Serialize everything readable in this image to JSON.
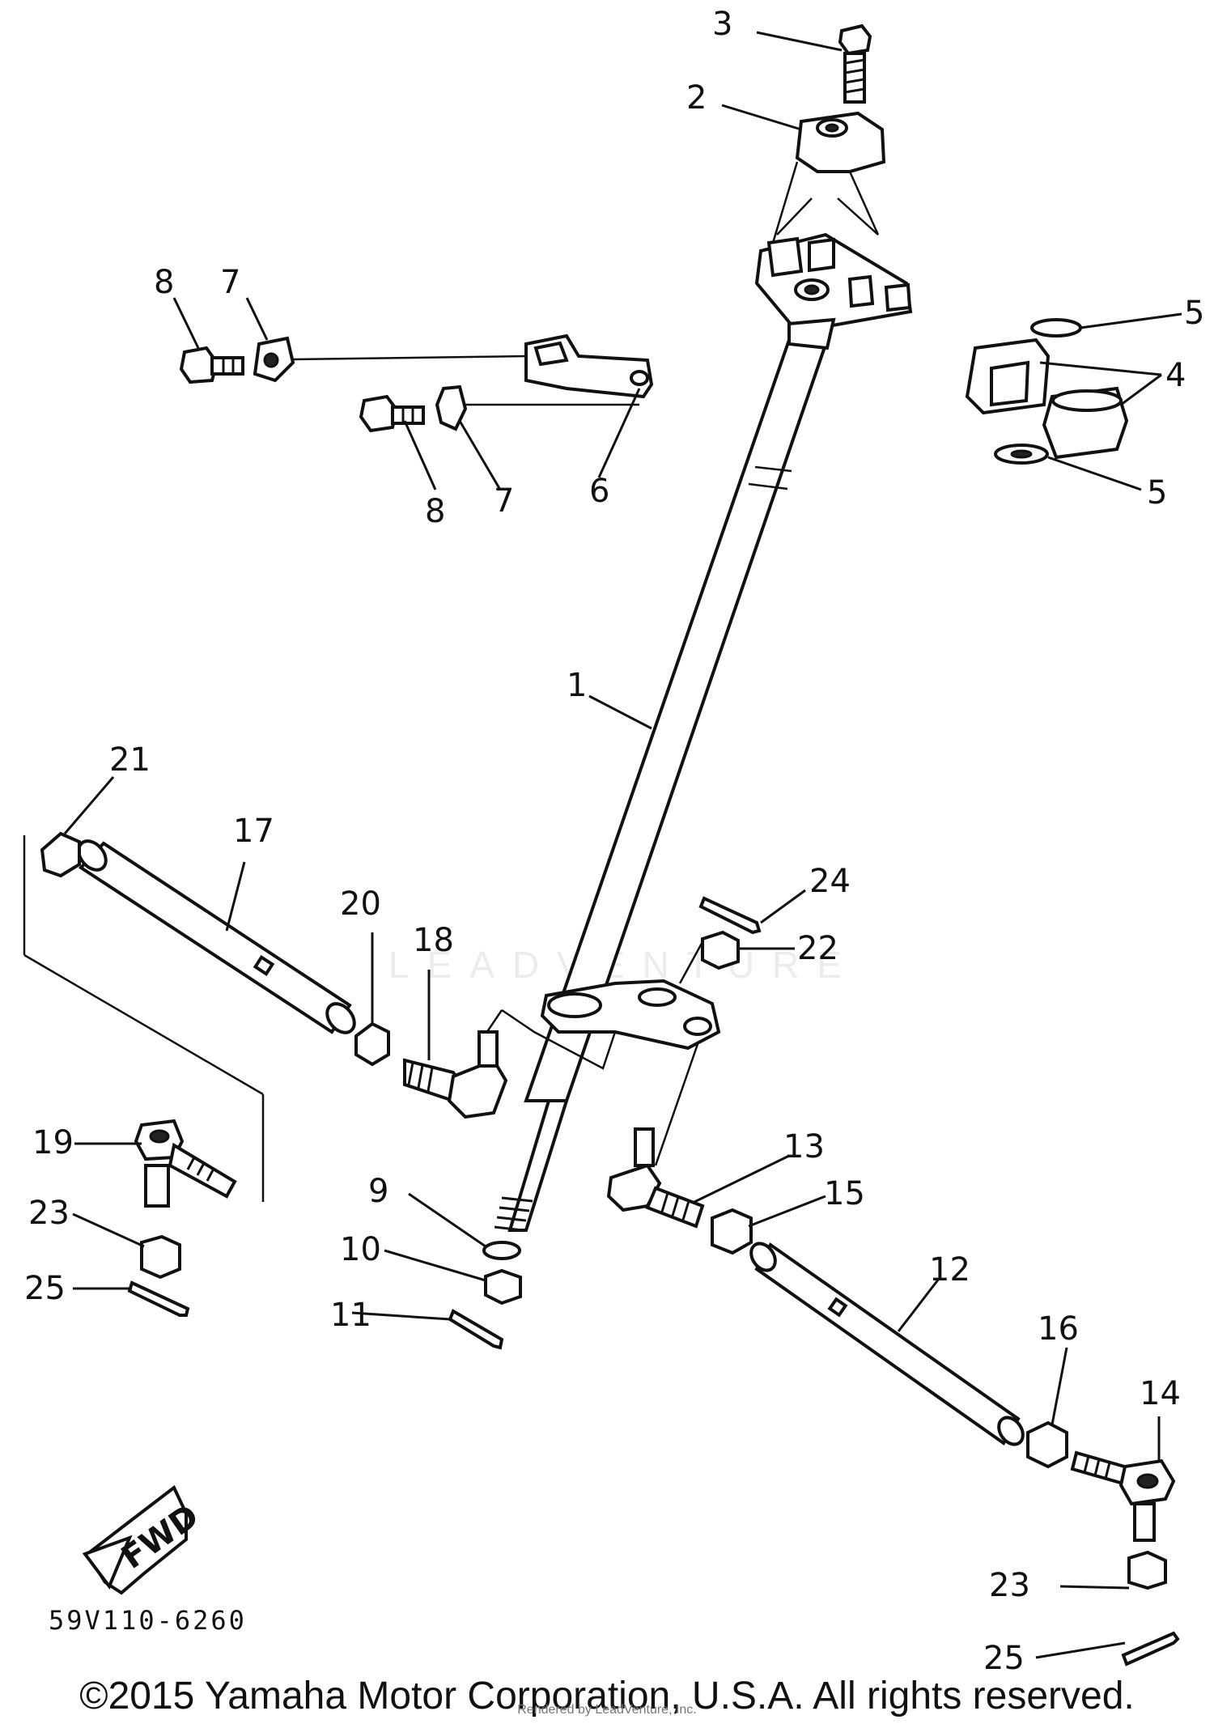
{
  "diagram": {
    "callouts": [
      "1",
      "2",
      "3",
      "4",
      "5",
      "5",
      "6",
      "7",
      "7",
      "8",
      "8",
      "9",
      "10",
      "11",
      "12",
      "13",
      "14",
      "15",
      "16",
      "17",
      "18",
      "19",
      "20",
      "21",
      "22",
      "23",
      "23",
      "24",
      "25",
      "25"
    ],
    "fwd_label": "FWD",
    "part_code": "59V110-6260"
  },
  "watermark": {
    "brand": "LEADVENTURE",
    "sub": "Rendered by LeadVenture, Inc."
  },
  "footer": {
    "copyright": "©2015 Yamaha Motor Corporation, U.S.A. All rights reserved."
  }
}
